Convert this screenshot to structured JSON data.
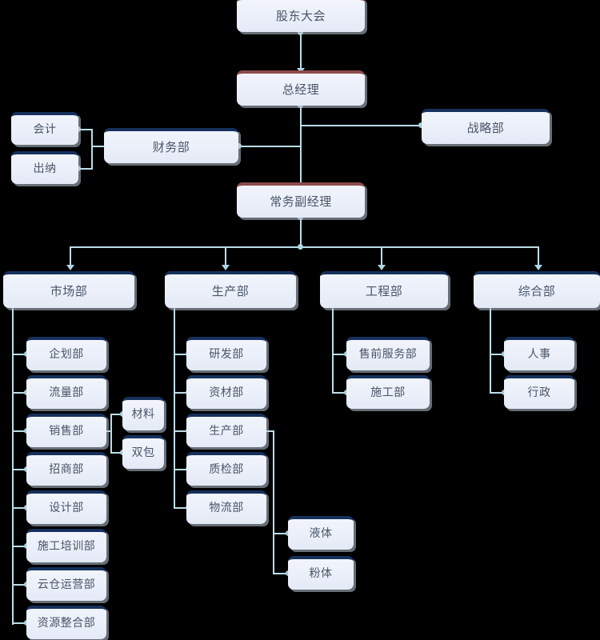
{
  "chart_data": {
    "type": "diagram",
    "title": "组织架构图",
    "orientation": "top-down",
    "nodes": {
      "shareholders": {
        "label": "股东大会",
        "level": 0,
        "accent": "#8d4b4b"
      },
      "gm": {
        "label": "总经理",
        "level": 1,
        "accent": "#8d4b4b"
      },
      "deputy_gm": {
        "label": "常务副经理",
        "level": 2,
        "accent": "#8d4b4b"
      },
      "strategy": {
        "label": "战略部",
        "level": 2,
        "accent": "#16305c"
      },
      "finance": {
        "label": "财务部",
        "level": 2,
        "accent": "#16305c"
      },
      "accounting": {
        "label": "会计",
        "level": 3,
        "accent": "#16305c"
      },
      "cashier": {
        "label": "出纳",
        "level": 3,
        "accent": "#16305c"
      },
      "market": {
        "label": "市场部",
        "level": 3,
        "accent": "#16305c"
      },
      "production": {
        "label": "生产部",
        "level": 3,
        "accent": "#16305c"
      },
      "engineering": {
        "label": "工程部",
        "level": 3,
        "accent": "#16305c"
      },
      "general": {
        "label": "综合部",
        "level": 3,
        "accent": "#16305c"
      },
      "planning": {
        "label": "企划部",
        "level": 4,
        "accent": "#16305c"
      },
      "traffic": {
        "label": "流量部",
        "level": 4,
        "accent": "#16305c"
      },
      "sales": {
        "label": "销售部",
        "level": 4,
        "accent": "#16305c"
      },
      "investment": {
        "label": "招商部",
        "level": 4,
        "accent": "#16305c"
      },
      "design": {
        "label": "设计部",
        "level": 4,
        "accent": "#16305c"
      },
      "construction_training": {
        "label": "施工培训部",
        "level": 4,
        "accent": "#16305c"
      },
      "cloud_warehouse": {
        "label": "云仓运营部",
        "level": 4,
        "accent": "#16305c"
      },
      "resource_integration": {
        "label": "资源整合部",
        "level": 4,
        "accent": "#16305c"
      },
      "material": {
        "label": "材料",
        "level": 5,
        "accent": "#16305c"
      },
      "double_pack": {
        "label": "双包",
        "level": 5,
        "accent": "#16305c"
      },
      "rd": {
        "label": "研发部",
        "level": 4,
        "accent": "#16305c"
      },
      "materials_dept": {
        "label": "资材部",
        "level": 4,
        "accent": "#16305c"
      },
      "production_sub": {
        "label": "生产部",
        "level": 4,
        "accent": "#16305c"
      },
      "qc": {
        "label": "质检部",
        "level": 4,
        "accent": "#16305c"
      },
      "logistics": {
        "label": "物流部",
        "level": 4,
        "accent": "#16305c"
      },
      "liquid": {
        "label": "液体",
        "level": 5,
        "accent": "#16305c"
      },
      "powder": {
        "label": "粉体",
        "level": 5,
        "accent": "#16305c"
      },
      "presale_service": {
        "label": "售前服务部",
        "level": 4,
        "accent": "#16305c"
      },
      "construction": {
        "label": "施工部",
        "level": 4,
        "accent": "#16305c"
      },
      "hr": {
        "label": "人事",
        "level": 4,
        "accent": "#16305c"
      },
      "admin": {
        "label": "行政",
        "level": 4,
        "accent": "#16305c"
      }
    },
    "edges": [
      [
        "shareholders",
        "gm"
      ],
      [
        "gm",
        "strategy"
      ],
      [
        "gm",
        "finance"
      ],
      [
        "gm",
        "deputy_gm"
      ],
      [
        "finance",
        "accounting"
      ],
      [
        "finance",
        "cashier"
      ],
      [
        "deputy_gm",
        "market"
      ],
      [
        "deputy_gm",
        "production"
      ],
      [
        "deputy_gm",
        "engineering"
      ],
      [
        "deputy_gm",
        "general"
      ],
      [
        "market",
        "planning"
      ],
      [
        "market",
        "traffic"
      ],
      [
        "market",
        "sales"
      ],
      [
        "market",
        "investment"
      ],
      [
        "market",
        "design"
      ],
      [
        "market",
        "construction_training"
      ],
      [
        "market",
        "cloud_warehouse"
      ],
      [
        "market",
        "resource_integration"
      ],
      [
        "sales",
        "material"
      ],
      [
        "sales",
        "double_pack"
      ],
      [
        "production",
        "rd"
      ],
      [
        "production",
        "materials_dept"
      ],
      [
        "production",
        "production_sub"
      ],
      [
        "production",
        "qc"
      ],
      [
        "production",
        "logistics"
      ],
      [
        "production_sub",
        "liquid"
      ],
      [
        "production_sub",
        "powder"
      ],
      [
        "engineering",
        "presale_service"
      ],
      [
        "engineering",
        "construction"
      ],
      [
        "general",
        "hr"
      ],
      [
        "general",
        "admin"
      ]
    ],
    "colors": {
      "background": "#000000",
      "box_fill": "#eef2fa",
      "accent_executive": "#8d4b4b",
      "accent_department": "#16305c",
      "connector": "#bcdde8",
      "text": "#4a5568"
    }
  }
}
